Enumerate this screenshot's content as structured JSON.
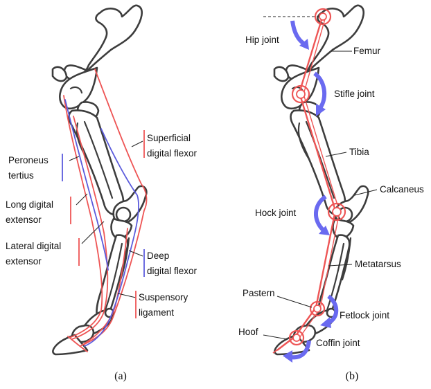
{
  "panel_a": {
    "caption": "(a)",
    "labels": {
      "superficial_flexor": [
        "Superficial",
        "digital flexor"
      ],
      "peroneus_tertius": [
        "Peroneus",
        "tertius"
      ],
      "long_digital_extensor": [
        "Long digital",
        "extensor"
      ],
      "lateral_digital_extensor": [
        "Lateral digital",
        "extensor"
      ],
      "deep_digital_flexor": [
        "Deep",
        "digital flexor"
      ],
      "suspensory_ligament": [
        "Suspensory",
        "ligament"
      ]
    }
  },
  "panel_b": {
    "caption": "(b)",
    "labels": {
      "hip_joint": "Hip joint",
      "femur": "Femur",
      "stifle_joint": "Stifle joint",
      "tibia": "Tibia",
      "calcaneus": "Calcaneus",
      "hock_joint": "Hock joint",
      "metatarsus": "Metatarsus",
      "pastern": "Pastern",
      "fetlock_joint": "Fetlock joint",
      "hoof": "Hoof",
      "coffin_joint": "Coffin joint"
    }
  },
  "colors": {
    "muscle_red": "#ee5555",
    "muscle_blue": "#5b5bdc",
    "rotation_arrow": "#6a6af0",
    "bone_outline": "#3d3d3d"
  }
}
